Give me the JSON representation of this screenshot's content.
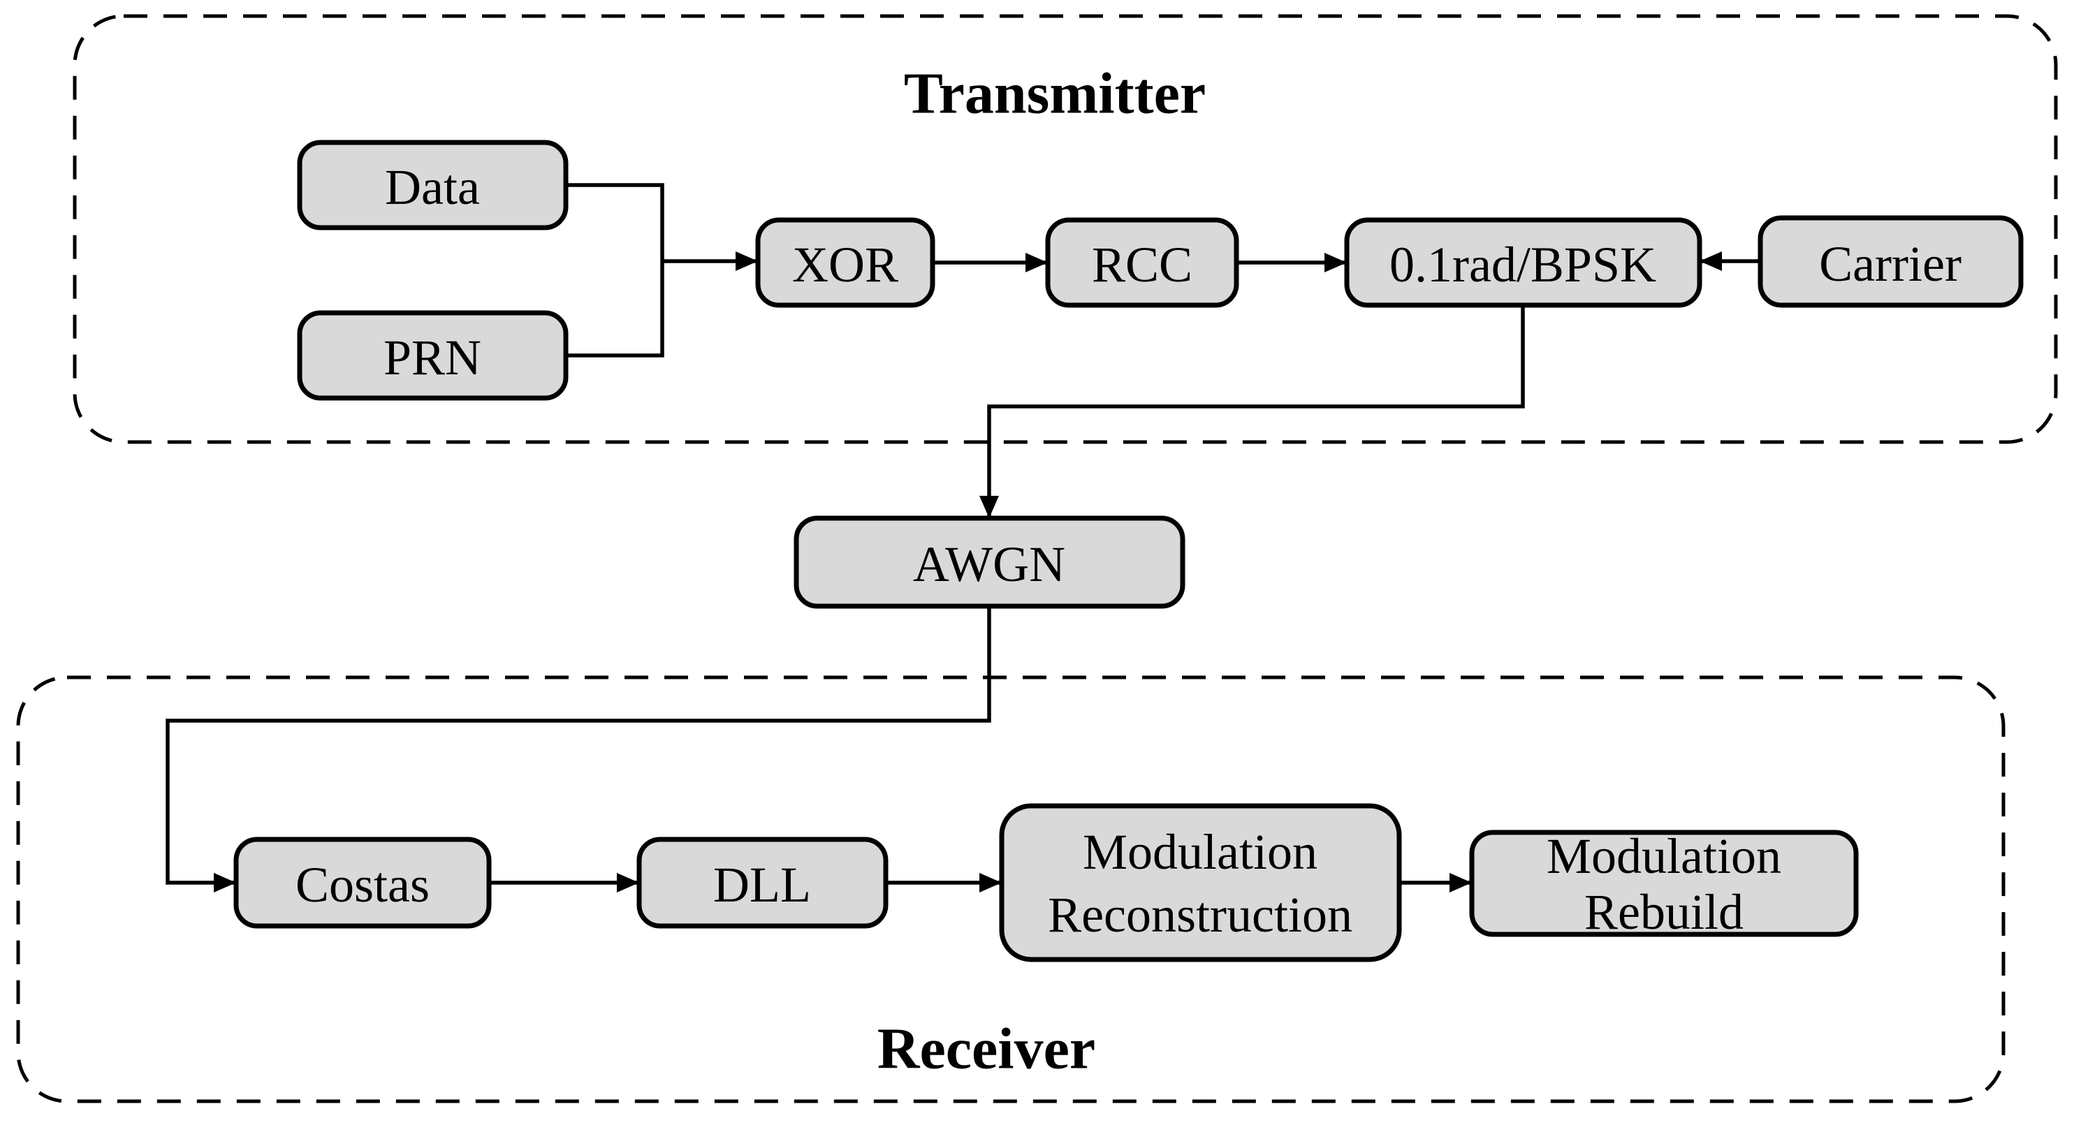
{
  "figure": {
    "type": "block-diagram",
    "background": "#ffffff"
  },
  "groups": {
    "transmitter": {
      "title": "Transmitter"
    },
    "receiver": {
      "title": "Receiver"
    }
  },
  "nodes": {
    "data": {
      "label": "Data"
    },
    "prn": {
      "label": "PRN"
    },
    "xor": {
      "label": "XOR"
    },
    "rcc": {
      "label": "RCC"
    },
    "bpsk": {
      "label": "0.1rad/BPSK"
    },
    "carrier": {
      "label": "Carrier"
    },
    "awgn": {
      "label": "AWGN"
    },
    "costas": {
      "label": "Costas"
    },
    "dll": {
      "label": "DLL"
    },
    "mod_reconstruction": {
      "label_line1": "Modulation",
      "label_line2": "Reconstruction"
    },
    "mod_rebuild": {
      "label_line1": "Modulation",
      "label_line2": "Rebuild"
    }
  },
  "edges": [
    {
      "from": "Data",
      "to": "XOR"
    },
    {
      "from": "PRN",
      "to": "XOR"
    },
    {
      "from": "XOR",
      "to": "RCC"
    },
    {
      "from": "RCC",
      "to": "0.1rad/BPSK"
    },
    {
      "from": "Carrier",
      "to": "0.1rad/BPSK"
    },
    {
      "from": "0.1rad/BPSK",
      "to": "AWGN"
    },
    {
      "from": "AWGN",
      "to": "Costas"
    },
    {
      "from": "Costas",
      "to": "DLL"
    },
    {
      "from": "DLL",
      "to": "Modulation Reconstruction"
    },
    {
      "from": "Modulation Reconstruction",
      "to": "Modulation Rebuild"
    }
  ],
  "colors": {
    "node_fill": "#d9d9d9",
    "node_stroke": "#000000",
    "line": "#000000",
    "text": "#000000",
    "background": "#ffffff"
  }
}
